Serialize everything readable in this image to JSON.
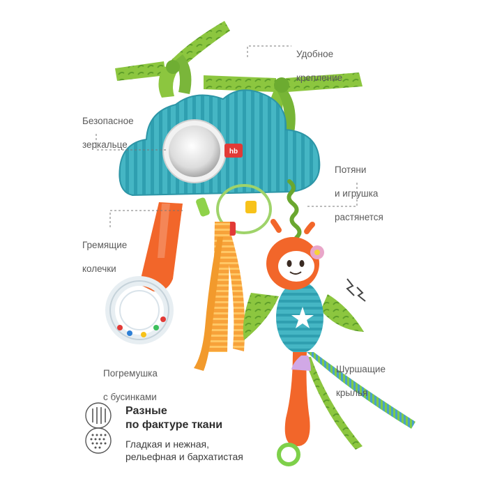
{
  "callouts": {
    "mount": [
      "Удобное",
      "крепление"
    ],
    "mirror": [
      "Безопасное",
      "зеркальце"
    ],
    "pull": [
      "Потяни",
      "и игрушка",
      "растянется"
    ],
    "rings": [
      "Гремящие",
      "колечки"
    ],
    "rattle": [
      "Погремушка",
      "с бусинками"
    ],
    "wings": [
      "Шуршащие",
      "крылья"
    ]
  },
  "feature": {
    "title": [
      "Разные",
      "по фактуре ткани"
    ],
    "description": [
      "Гладкая и нежная,",
      "рельефная и бархатистая"
    ],
    "icons": [
      "stripes-texture-icon",
      "dots-texture-icon"
    ]
  },
  "brand_tag": "hb",
  "colors": {
    "cloud": "#3fb4c2",
    "ribbon_green": "#8cc63f",
    "orange": "#f2662a",
    "stripe_orange": "#f7a23a",
    "leaf": "#6fb13a"
  }
}
